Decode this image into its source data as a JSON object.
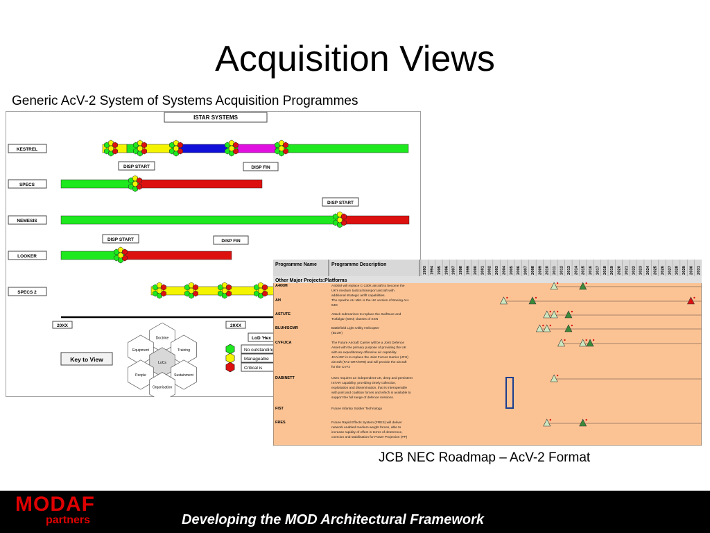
{
  "slide": {
    "title": "Acquisition Views",
    "subtitle": "Generic AcV-2 System of Systems Acquisition Programmes",
    "caption": "JCB NEC Roadmap – AcV-2 Format",
    "footer_text": "Developing the MOD Architectural Framework",
    "logo_main": "MODAF",
    "logo_sub": "partners"
  },
  "acv2": {
    "header": "ISTAR SYSTEMS",
    "rows": [
      {
        "label": "KESTREL"
      },
      {
        "label": "SPECS"
      },
      {
        "label": "NEMESIS"
      },
      {
        "label": "LOOKER"
      },
      {
        "label": "SPECS 2"
      }
    ],
    "milestone_labels": [
      "DISP START",
      "DISP FIN",
      "DISP START",
      "DISP START",
      "DISP FIN"
    ],
    "axis_labels": [
      "20XX",
      "20XX"
    ],
    "key_button": "Key to View",
    "lod_title": "LoD 'Hex",
    "legend": [
      "No outstanding",
      "Manageable",
      "Critical is"
    ],
    "hex_labels": [
      "Doctrine",
      "Equipment",
      "Training",
      "LoCs",
      "People",
      "Sustainment",
      "Organisation"
    ],
    "colors": {
      "green": "#1ee81e",
      "red": "#dd1010",
      "blue": "#1010d8",
      "magenta": "#e010e0",
      "yellow": "#f4f400"
    }
  },
  "roadmap": {
    "col_headers": [
      "Programme Name",
      "Programme Description"
    ],
    "years": [
      "1993",
      "1994",
      "1995",
      "1996",
      "1997",
      "1998",
      "1999",
      "2000",
      "2001",
      "2002",
      "2003",
      "2004",
      "2005",
      "2006",
      "2007",
      "2008",
      "2009",
      "2010",
      "2011",
      "2012",
      "2013",
      "2014",
      "2015",
      "2016",
      "2017",
      "2018",
      "2019",
      "2020",
      "2021",
      "2022",
      "2023",
      "2024",
      "2025",
      "2026",
      "2027",
      "2028",
      "2029",
      "2030",
      "2031"
    ],
    "section": "Other Major Projects:Platforms",
    "programmes": [
      {
        "name": "A400M",
        "desc": [
          "A400M will replace C-130K aircraft to become the",
          "UK's medium tactical transport aircraft with",
          "additional strategic airlift capabilities."
        ]
      },
      {
        "name": "AH",
        "desc": [
          "The Apache AH Mk1 is the UK version of Boeing AH-",
          "64D"
        ]
      },
      {
        "name": "ASTUTE",
        "desc": [
          "Attack submarines to replace the Swiftsure and",
          "Trafalgar (SSN) classes of SSN"
        ]
      },
      {
        "name": "BLUH/SCMR",
        "desc": [
          "Battlefield Light Utility Helicopter",
          "(BLUH)"
        ]
      },
      {
        "name": "CVF/JCA",
        "desc": [
          "The Future Aircraft Carrier will be a Joint Defence",
          "Asset with the primary purpose of  providing the UK",
          "with an expeditionary offensive air capability.",
          "JCA/JSF is to replace the Joint Forces Harrier (JFH)",
          "aircraft (FA2 GR7/GR9) and will provide the aircraft",
          "for the CVFJ"
        ]
      },
      {
        "name": "DABINETT",
        "desc": [
          "Uses requires an independent UK, deep and persistent",
          "ISTAR capability, providing timely collection,",
          "exploitation and dissemination, that is interoperable",
          "with joint and coalition forces and which is available to",
          "support the full range of defence missions."
        ]
      },
      {
        "name": "FIST",
        "desc": [
          "Future Infantry Soldier Technology"
        ]
      },
      {
        "name": "FRES",
        "desc": [
          "Future Rapid Effects System (FRES) will deliver",
          "network enabled medium weight forces, able to",
          "increase rapidity of effect in terms of deterrence,",
          "coercion and stabilisation for Power Projection (PP)"
        ]
      }
    ]
  }
}
